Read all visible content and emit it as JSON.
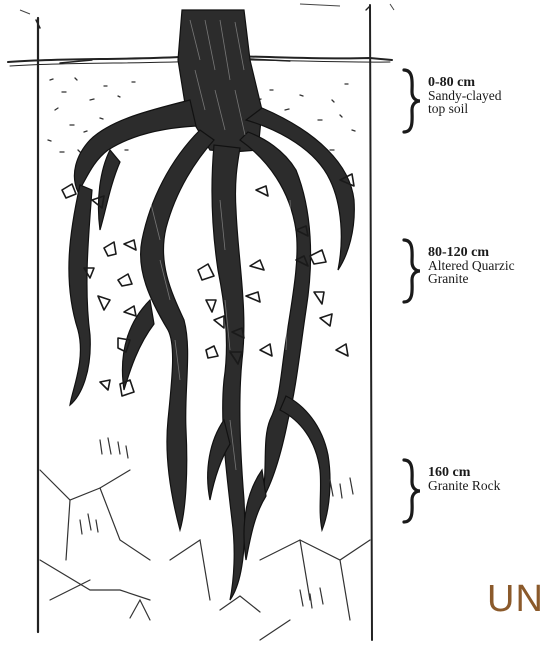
{
  "layers": [
    {
      "depth": "0-80 cm",
      "description_lines": [
        "Sandy-clayed",
        "top soil"
      ]
    },
    {
      "depth": "80-120 cm",
      "description_lines": [
        "Altered Quarzic",
        "Granite"
      ]
    },
    {
      "depth": "160 cm",
      "description_lines": [
        "Granite Rock"
      ]
    }
  ],
  "logo_fragment": "UN",
  "colors": {
    "ink": "#1a1a1a",
    "logo": "#8b5a2b"
  }
}
